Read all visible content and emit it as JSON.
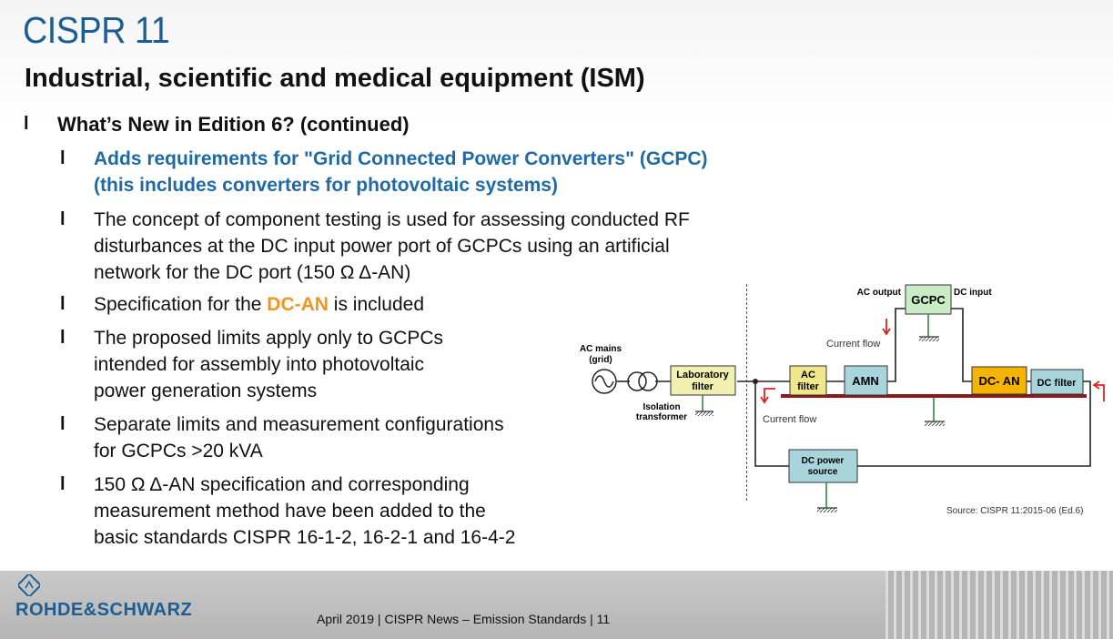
{
  "title": "CISPR 11",
  "subtitle": "Industrial, scientific and medical equipment (ISM)",
  "bullet_marker": "l",
  "main_bullet": "What’s New in Edition 6? (continued)",
  "sub_bullets": {
    "b1": "Adds requirements for \"Grid Connected Power Converters\" (GCPC)",
    "b1_line2": "(this includes converters for photovoltaic systems)",
    "b2_l1": "The concept of component testing is used for assessing conducted RF",
    "b2_l2": "disturbances at the DC input power port of GCPCs using an artificial",
    "b2_l3": "network for the DC port (150 Ω Δ-AN)",
    "b3_pre": "Specification for the ",
    "b3_hl": "DC-AN",
    "b3_post": " is included",
    "b4_l1": "The proposed limits apply only to GCPCs",
    "b4_l2": "intended for assembly into photovoltaic",
    "b4_l3": "power generation systems",
    "b5_l1": "Separate limits and measurement configurations",
    "b5_l2": "for GCPCs >20 kVA",
    "b6_l1": "150 Ω Δ-AN specification and corresponding",
    "b6_l2": "measurement method have been added to the",
    "b6_l3": "basic standards CISPR 16-1-2, 16-2-1 and 16-4-2"
  },
  "diagram": {
    "ac_mains_l1": "AC mains",
    "ac_mains_l2": "(grid)",
    "isolation_l1": "Isolation",
    "isolation_l2": "transformer",
    "lab_filter_l1": "Laboratory",
    "lab_filter_l2": "filter",
    "ac_filter_l1": "AC",
    "ac_filter_l2": "filter",
    "amn": "AMN",
    "gcpc": "GCPC",
    "dc_an": "DC- AN",
    "dc_filter": "DC filter",
    "dc_power_l1": "DC power",
    "dc_power_l2": "source",
    "ac_output": "AC output",
    "dc_input": "DC input",
    "current_flow_1": "Current flow",
    "current_flow_2": "Current flow",
    "colors": {
      "lab_filter": "#f2f0b0",
      "ac_filter": "#f0e68c",
      "amn": "#a8d4dc",
      "gcpc": "#c8ecc4",
      "dc_an": "#f5b400",
      "dc_filter": "#a8d4dc",
      "dc_power": "#a8d4dc",
      "ground_plane": "#8b1a1a",
      "arrow": "#e0211b"
    }
  },
  "source": "Source:  CISPR 11:2015-06 (Ed.6)",
  "footer": {
    "brand": "ROHDE&SCHWARZ",
    "text": "April 2019  |  CISPR News – Emission Standards  |  11"
  },
  "colors": {
    "title": "#1c5e93",
    "highlight_blue": "#1f6aa5",
    "highlight_orange": "#f0951f"
  }
}
